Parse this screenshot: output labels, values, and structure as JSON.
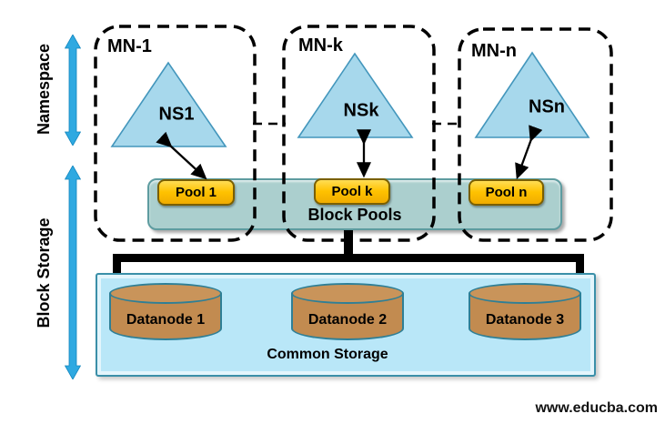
{
  "side_labels": {
    "namespace": "Namespace",
    "block_storage": "Block Storage"
  },
  "master_nodes": [
    {
      "label": "MN-1",
      "namespace": "NS1",
      "pool": "Pool 1"
    },
    {
      "label": "MN-k",
      "namespace": "NSk",
      "pool": "Pool k"
    },
    {
      "label": "MN-n",
      "namespace": "NSn",
      "pool": "Pool n"
    }
  ],
  "block_pools": {
    "label": "Block Pools"
  },
  "common_storage": {
    "label": "Common Storage",
    "datanodes": [
      "Datanode 1",
      "Datanode 2",
      "Datanode 3"
    ]
  },
  "watermark": "www.educba.com",
  "colors": {
    "triangle_fill": "#A7D8EC",
    "triangle_border": "#4396BC",
    "pool_fill": "#FFC200",
    "pool_border": "#7A5F00",
    "block_pools_fill": "#ABCFCE",
    "block_pools_border": "#5E9CA0",
    "storage_fill": "#B9E7F8",
    "storage_border": "#3A8FA8",
    "cylinder_fill": "#C28B50",
    "side_arrow_blue": "#2FA9E1",
    "connector_black": "#000000"
  }
}
